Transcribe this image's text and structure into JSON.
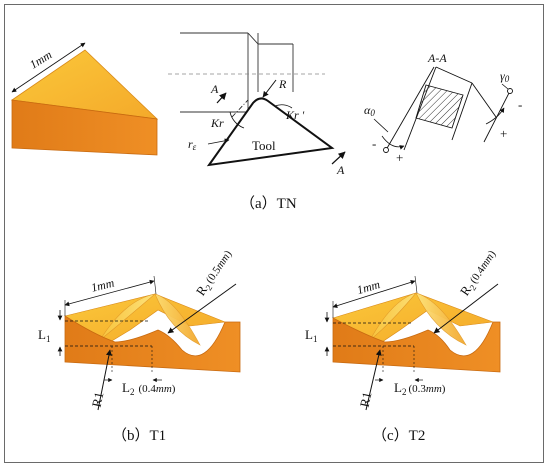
{
  "panel_a": {
    "caption": "（a）TN",
    "block_dim": "1mm",
    "tool_label": "Tool",
    "radius_label": "R",
    "kr_label": "Kr",
    "kr_prime_label": "Kr '",
    "re_label": "r",
    "re_sub": "ε",
    "section_label_top": "A",
    "section_label_bottom": "A",
    "section_title": "A-A",
    "alpha_label": "α",
    "alpha_sub": "0",
    "gamma_label": "γ",
    "gamma_sub": "0",
    "minus_left": "-",
    "plus_left": "+",
    "minus_right": "-",
    "plus_right": "+"
  },
  "panel_b": {
    "caption": "（b）T1",
    "dim_width": "1mm",
    "l1_label": "L",
    "l1_sub": "1",
    "r1_label": "R1",
    "l2_label": "L",
    "l2_sub": "2",
    "l2_value": "(0.4",
    "l2_unit": "mm",
    "l2_close": ")",
    "r2_label": "R",
    "r2_sub": "2",
    "r2_value": "(0.5",
    "r2_unit": "mm",
    "r2_close": ")"
  },
  "panel_c": {
    "caption": "（c）T2",
    "dim_width": "1mm",
    "l1_label": "L",
    "l1_sub": "1",
    "r1_label": "R1",
    "l2_label": "L",
    "l2_sub": "2",
    "l2_value": "(0.3",
    "l2_unit": "mm",
    "l2_close": ")",
    "r2_label": "R",
    "r2_sub": "2",
    "r2_value": "(0.4",
    "r2_unit": "mm",
    "r2_close": ")"
  },
  "colors": {
    "top_face": "#f7b82e",
    "side_face": "#e8821c",
    "edge": "#c86a10"
  }
}
